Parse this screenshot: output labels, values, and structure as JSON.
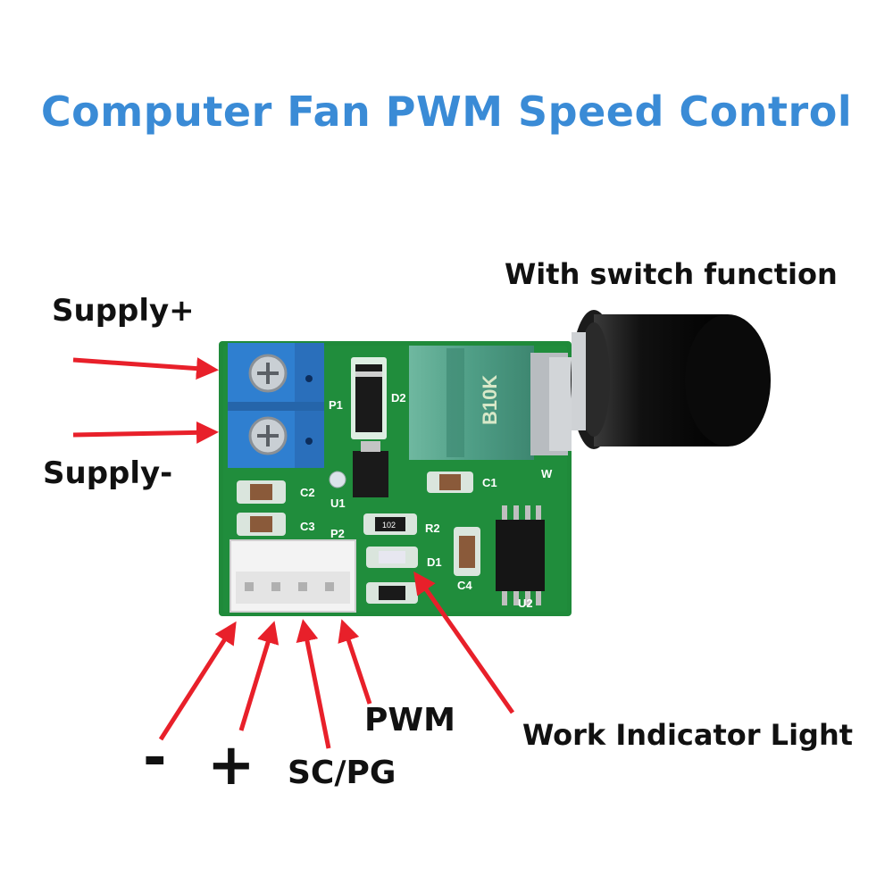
{
  "title": "Computer Fan PWM Speed Control",
  "labels": {
    "supply_plus": "Supply+",
    "supply_minus": "Supply-",
    "switch_function": "With switch function",
    "pwm": "PWM",
    "work_indicator": "Work Indicator Light",
    "minus": "-",
    "plus": "+",
    "sc_pg": "SC/PG"
  },
  "board_markings": {
    "p1": "P1",
    "p2": "P2",
    "d2": "D2",
    "u1": "U1",
    "u2": "U2",
    "c1": "C1",
    "c2": "C2",
    "c3": "C3",
    "c4": "C4",
    "r2": "R2",
    "d1": "D1",
    "w": "W",
    "resistor_code": "102",
    "pot_value": "B10K"
  },
  "colors": {
    "title": "#3a8bd6",
    "arrow": "#e8202a",
    "pcb": "#1f8a3a",
    "terminal": "#2f7fd0",
    "pot_body": "#4f9e86",
    "knob": "#111111"
  }
}
